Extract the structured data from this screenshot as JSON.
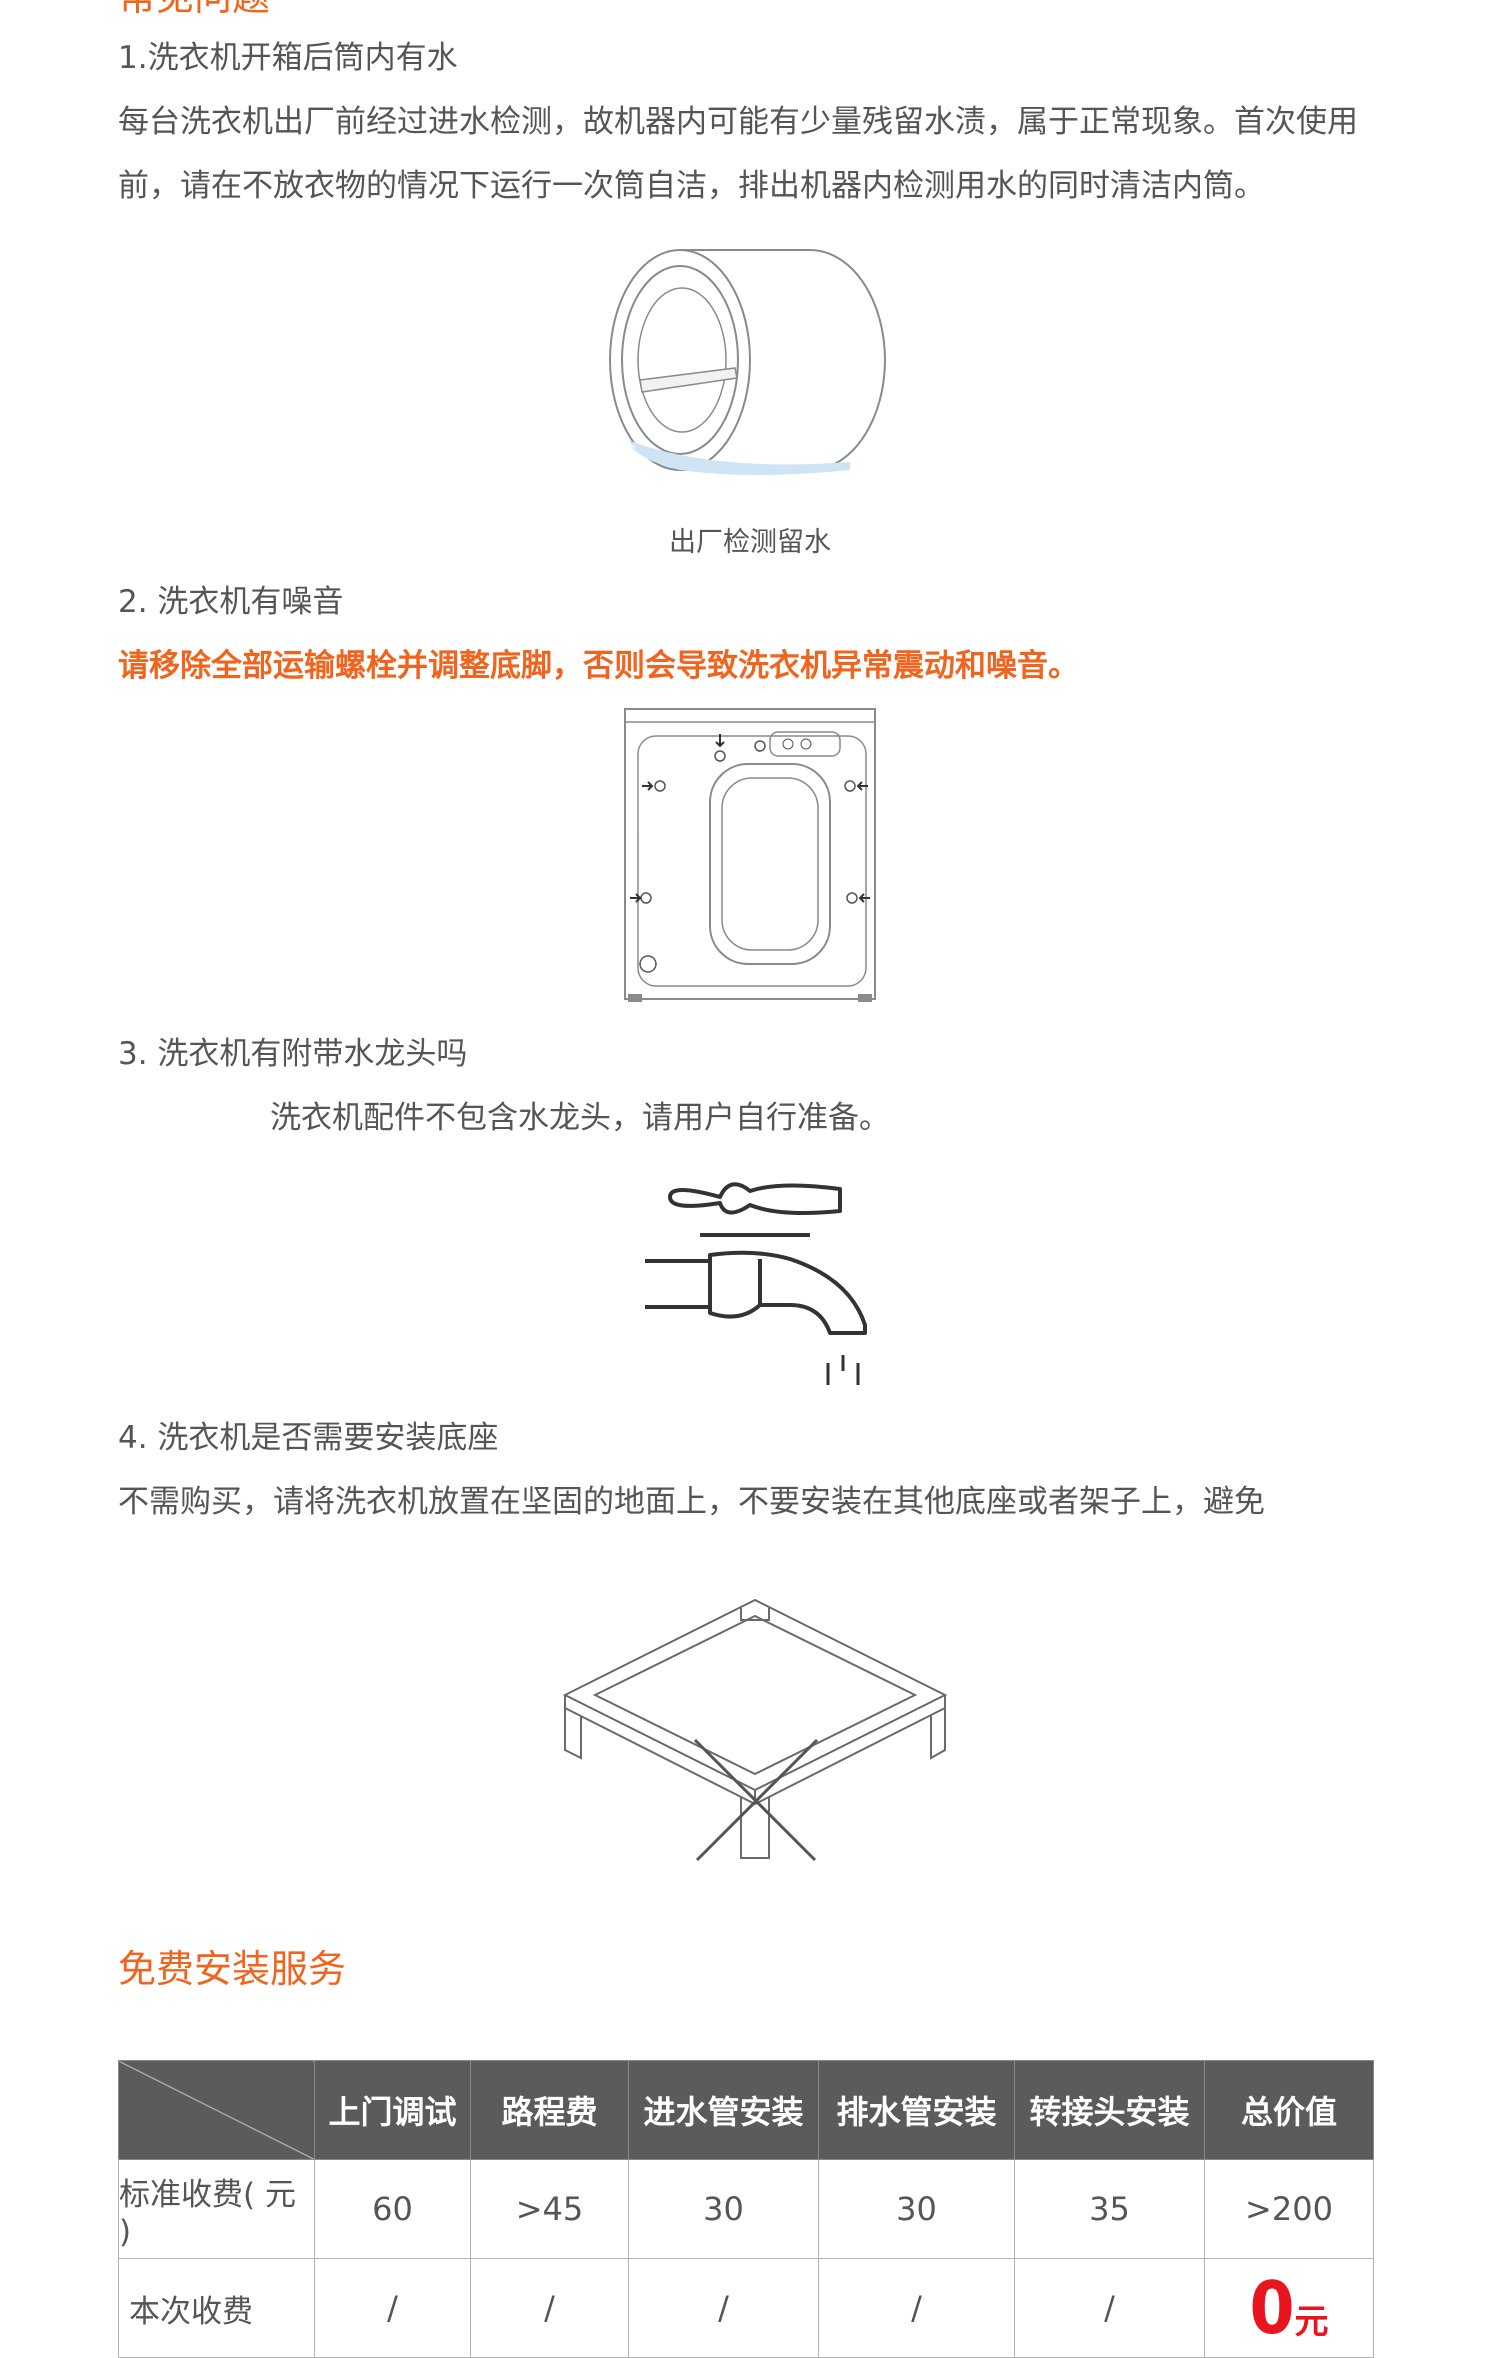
{
  "section1": {
    "title": "常见问题"
  },
  "faq": [
    {
      "question": "1.洗衣机开箱后筒内有水",
      "answer": "每台洗衣机出厂前经过进水检测，故机器内可能有少量残留水渍，属于正常现象。首次使用前，请在不放衣物的情况下运行一次筒自洁，排出机器内检测用水的同时清洁内筒。",
      "caption": "出厂检测留水"
    },
    {
      "question": "2. 洗衣机有噪音",
      "answer": "请移除全部运输螺栓并调整底脚，否则会导致洗衣机异常震动和噪音。"
    },
    {
      "question": "3. 洗衣机有附带水龙头吗",
      "answer": "洗衣机配件不包含水龙头，请用户自行准备。"
    },
    {
      "question": "4. 洗衣机是否需要安装底座",
      "answer": "不需购买，请将洗衣机放置在坚固的地面上，不要安装在其他底座或者架子上，避免"
    }
  ],
  "section2": {
    "title": "免费安装服务"
  },
  "fee_table": {
    "headers": [
      "上门调试",
      "路程费",
      "进水管安装",
      "排水管安装",
      "转接头安装",
      "总价值"
    ],
    "rows": [
      {
        "label": "标准收费( 元 )",
        "cells": [
          "60",
          ">45",
          "30",
          "30",
          "35",
          ">200"
        ]
      },
      {
        "label": "本次收费",
        "cells": [
          "/",
          "/",
          "/",
          "/",
          "/"
        ],
        "total_value": "0",
        "total_unit": "元"
      }
    ]
  },
  "colors": {
    "accent": "#f0641e",
    "header_bg": "#5b5b5b",
    "price_red": "#e8141e",
    "water": "#cfe4f5"
  }
}
